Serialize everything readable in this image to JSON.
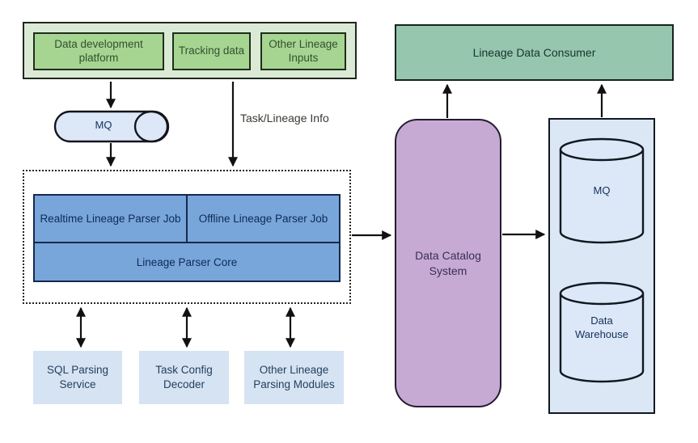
{
  "diagram": {
    "sources": [
      {
        "label": "Data development platform"
      },
      {
        "label": "Tracking data"
      },
      {
        "label": "Other Lineage Inputs"
      }
    ],
    "mq_pipe_label": "MQ",
    "task_lineage_info_label": "Task/Lineage Info",
    "parser": {
      "realtime_job": "Realtime Lineage Parser Job",
      "offline_job": "Offline Lineage Parser Job",
      "core": "Lineage Parser Core"
    },
    "modules": [
      {
        "label": "SQL Parsing Service"
      },
      {
        "label": "Task Config Decoder"
      },
      {
        "label": "Other Lineage Parsing Modules"
      }
    ],
    "catalog_label": "Data Catalog System",
    "consumer_label": "Lineage Data Consumer",
    "storage": {
      "mq_label": "MQ",
      "warehouse_label": "Data Warehouse"
    }
  },
  "colors": {
    "source_container_fill": "#dbead5",
    "source_box_fill": "#a6d592",
    "source_text": "#31512e",
    "parser_box_fill": "#79a6da",
    "parser_border": "#14294e",
    "parser_text": "#0d2a57",
    "module_box_fill": "#d6e3f3",
    "module_text": "#23405e",
    "catalog_fill": "#c6aad4",
    "catalog_text": "#3a2e55",
    "consumer_fill": "#97c6af",
    "consumer_text": "#15352c",
    "storage_container_fill": "#dbe7f5",
    "cylinder_fill": "#dce8f7",
    "arrow_color": "#111111"
  }
}
